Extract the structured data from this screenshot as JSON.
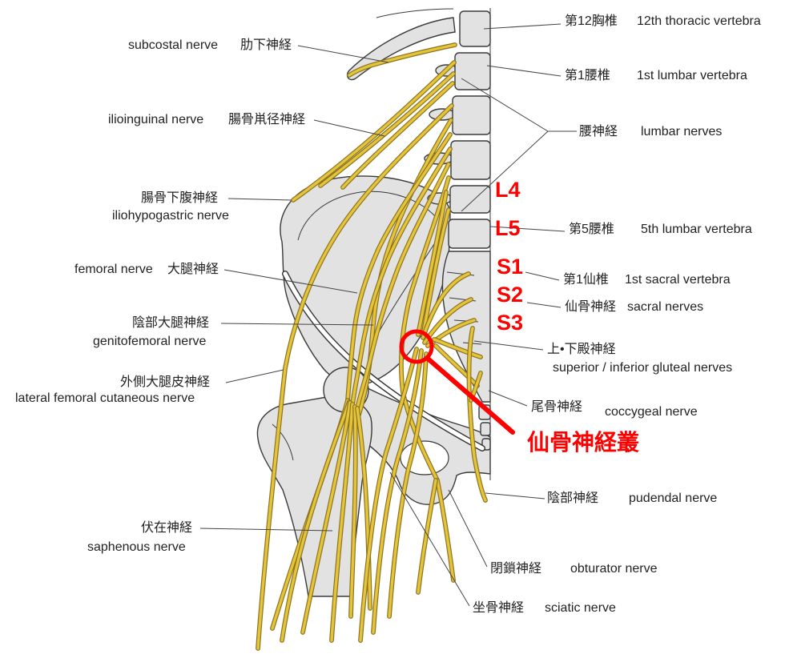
{
  "labels": {
    "t12": {
      "ja": "第12胸椎",
      "en": "12th thoracic vertebra"
    },
    "l1": {
      "ja": "第1腰椎",
      "en": "1st lumbar vertebra"
    },
    "lumbar_nerves": {
      "ja": "腰神経",
      "en": "lumbar nerves"
    },
    "l5": {
      "ja": "第5腰椎",
      "en": "5th lumbar vertebra"
    },
    "s1_vertebra": {
      "ja": "第1仙椎",
      "en": "1st sacral vertebra"
    },
    "sacral_nerves": {
      "ja": "仙骨神経",
      "en": "sacral nerves"
    },
    "gluteal": {
      "ja": "上•下殿神経",
      "en": "superior / inferior gluteal nerves"
    },
    "coccygeal": {
      "ja": "尾骨神経",
      "en": "coccygeal nerve"
    },
    "pudendal": {
      "ja": "陰部神経",
      "en": "pudendal nerve"
    },
    "obturator": {
      "ja": "閉鎖神経",
      "en": "obturator nerve"
    },
    "sciatic": {
      "ja": "坐骨神経",
      "en": "sciatic nerve"
    },
    "subcostal": {
      "en": "subcostal nerve",
      "ja": "肋下神経"
    },
    "ilioinguinal": {
      "en": "ilioinguinal nerve",
      "ja": "腸骨鼡径神経"
    },
    "iliohypogastric": {
      "ja": "腸骨下腹神経",
      "en": "iliohypogastric nerve"
    },
    "femoral": {
      "en": "femoral nerve",
      "ja": "大腿神経"
    },
    "genitofemoral": {
      "ja": "陰部大腿神経",
      "en": "genitofemoral nerve"
    },
    "lateral_femoral_cutaneous": {
      "ja": "外側大腿皮神経",
      "en": "lateral femoral cutaneous nerve"
    },
    "saphenous": {
      "ja": "伏在神経",
      "en": "saphenous nerve"
    }
  },
  "levels": {
    "l4": "L4",
    "l5": "L5",
    "s1": "S1",
    "s2": "S2",
    "s3": "S3"
  },
  "highlight": {
    "label": "仙骨神経叢"
  },
  "colors": {
    "nerve": "#e5c43b",
    "nerve_outline": "#8a7420",
    "bone": "#e2e2e2",
    "bone_outline": "#3a3a3a",
    "highlight": "#ff0000",
    "text": "#222222"
  }
}
